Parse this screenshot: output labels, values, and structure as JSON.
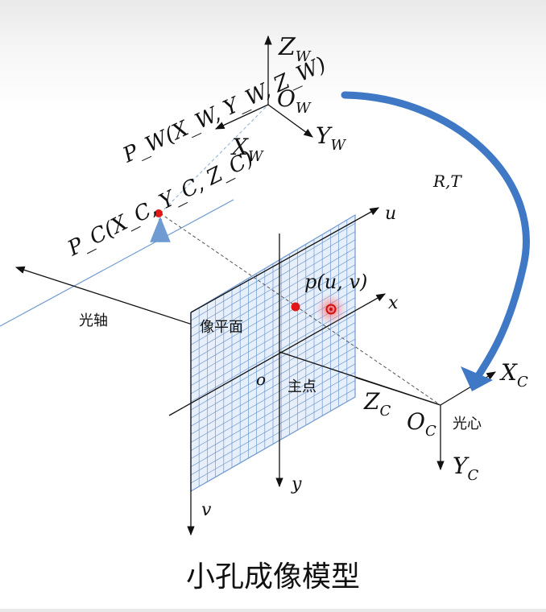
{
  "diagram": {
    "caption": "小孔成像模型",
    "world_frame": {
      "z_label": "Z",
      "z_sub": "W",
      "y_label": "Y",
      "y_sub": "W",
      "x_label": "X",
      "x_sub": "W",
      "origin_label": "O",
      "origin_sub": "W"
    },
    "world_point_label": "P_W(X_W, Y_W, Z_W)",
    "camera_point_label": "P_C(X_C, Y_C, Z_C)",
    "rotation_label": "R,T",
    "camera_frame": {
      "x_label": "X",
      "x_sub": "C",
      "y_label": "Y",
      "y_sub": "C",
      "z_label": "Z",
      "z_sub": "C",
      "origin_label": "O",
      "origin_sub": "C",
      "optical_center_label": "光心"
    },
    "image_plane": {
      "plane_label": "像平面",
      "optical_axis_label": "光轴",
      "principal_point_label": "主点",
      "origin_o_label": "o",
      "x_label": "x",
      "y_label": "y",
      "u_label": "u",
      "v_label": "v",
      "pixel_point_label": "p(u, v)"
    },
    "colors": {
      "grid_line": "#6f9ad2",
      "plane_fill": "#e7effa",
      "arc_arrow": "#3f78c4",
      "point_red": "#e01818",
      "dashed_line": "#8aaed8",
      "axis": "#111111"
    }
  }
}
